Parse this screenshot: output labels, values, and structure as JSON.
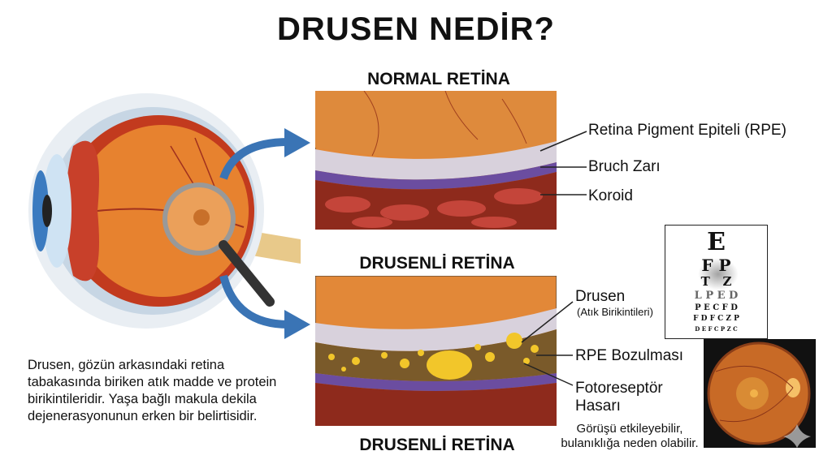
{
  "title": "DRUSEN NEDİR?",
  "normal": {
    "heading": "NORMAL RETİNA",
    "labels": [
      "Retina Pigment Epiteli (RPE)",
      "Bruch Zarı",
      "Koroid"
    ]
  },
  "drusen": {
    "heading": "DRUSENLİ RETİNA",
    "heading_bottom": "DRUSENLİ RETİNA",
    "label_drusen": "Drusen",
    "label_drusen_sub": "(Atık Birikintileri)",
    "label_rpe": "RPE Bozulması",
    "label_photo_1": "Fotoreseptör",
    "label_photo_2": "Hasarı"
  },
  "description": "Drusen, gözün arkasındaki retina tabakasında  biriken atık madde ve protein birikintileridir. Yaşa bağlı makula dekila dejenerasyonunun erken bir belirtisidir.",
  "note": {
    "line1": "Görüşü etkileyebilir,",
    "line2": "bulanıklığa neden olabilir."
  },
  "eye_chart": [
    "E",
    "F P",
    "T   Z",
    "L P E D",
    "P E C F D",
    "F D F C Z P",
    "D E F C P Z C"
  ],
  "colors": {
    "arrow": "#3a74b5",
    "tissue": "#d9782e",
    "choroid": "#8e2a1c",
    "drusen": "#f2c62a",
    "membrane": "#6b4da0"
  }
}
